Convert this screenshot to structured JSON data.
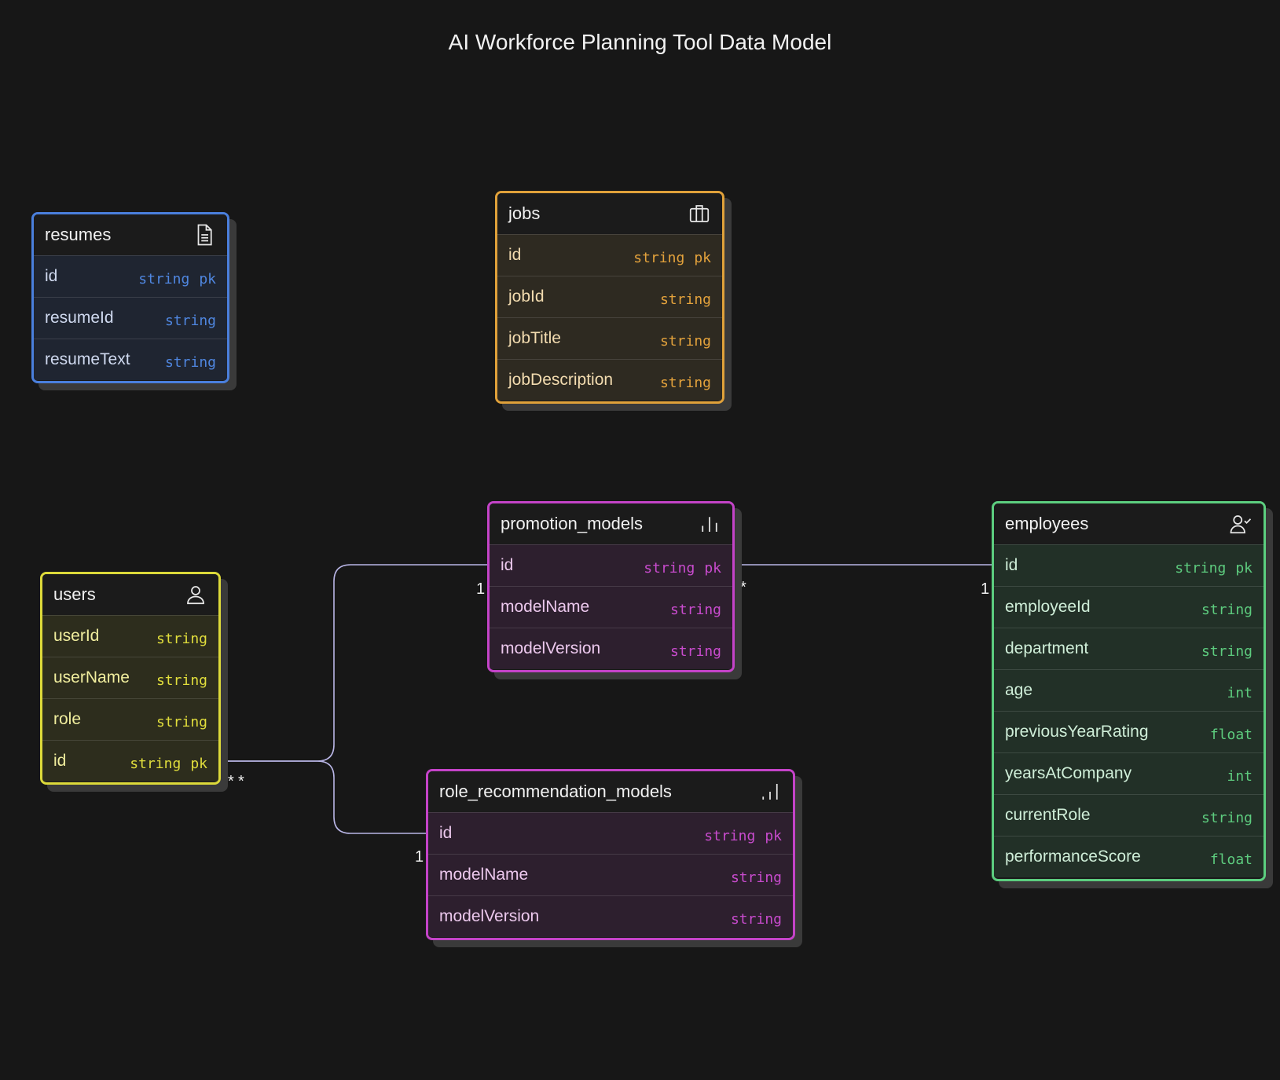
{
  "title": "AI Workforce Planning Tool Data Model",
  "colors": {
    "background": "#171717",
    "resumes": "#4a7fdc",
    "jobs": "#e0a13a",
    "users": "#dcd93a",
    "models": "#c443c8",
    "employees": "#5cce7f",
    "connector": "#b9b6e6"
  },
  "tables": {
    "resumes": {
      "name": "resumes",
      "icon": "document-icon",
      "fields": [
        {
          "name": "id",
          "type": "string",
          "key": "pk"
        },
        {
          "name": "resumeId",
          "type": "string",
          "key": ""
        },
        {
          "name": "resumeText",
          "type": "string",
          "key": ""
        }
      ]
    },
    "jobs": {
      "name": "jobs",
      "icon": "briefcase-icon",
      "fields": [
        {
          "name": "id",
          "type": "string",
          "key": "pk"
        },
        {
          "name": "jobId",
          "type": "string",
          "key": ""
        },
        {
          "name": "jobTitle",
          "type": "string",
          "key": ""
        },
        {
          "name": "jobDescription",
          "type": "string",
          "key": ""
        }
      ]
    },
    "users": {
      "name": "users",
      "icon": "user-icon",
      "fields": [
        {
          "name": "userId",
          "type": "string",
          "key": ""
        },
        {
          "name": "userName",
          "type": "string",
          "key": ""
        },
        {
          "name": "role",
          "type": "string",
          "key": ""
        },
        {
          "name": "id",
          "type": "string",
          "key": "pk"
        }
      ]
    },
    "promotion_models": {
      "name": "promotion_models",
      "icon": "bar-chart-icon",
      "fields": [
        {
          "name": "id",
          "type": "string",
          "key": "pk"
        },
        {
          "name": "modelName",
          "type": "string",
          "key": ""
        },
        {
          "name": "modelVersion",
          "type": "string",
          "key": ""
        }
      ]
    },
    "role_recommendation_models": {
      "name": "role_recommendation_models",
      "icon": "bar-chart-ascending-icon",
      "fields": [
        {
          "name": "id",
          "type": "string",
          "key": "pk"
        },
        {
          "name": "modelName",
          "type": "string",
          "key": ""
        },
        {
          "name": "modelVersion",
          "type": "string",
          "key": ""
        }
      ]
    },
    "employees": {
      "name": "employees",
      "icon": "user-check-icon",
      "fields": [
        {
          "name": "id",
          "type": "string",
          "key": "pk"
        },
        {
          "name": "employeeId",
          "type": "string",
          "key": ""
        },
        {
          "name": "department",
          "type": "string",
          "key": ""
        },
        {
          "name": "age",
          "type": "int",
          "key": ""
        },
        {
          "name": "previousYearRating",
          "type": "float",
          "key": ""
        },
        {
          "name": "yearsAtCompany",
          "type": "int",
          "key": ""
        },
        {
          "name": "currentRole",
          "type": "string",
          "key": ""
        },
        {
          "name": "performanceScore",
          "type": "float",
          "key": ""
        }
      ]
    }
  },
  "relationships": [
    {
      "from": "users.id",
      "to": "promotion_models.id",
      "from_card": "*",
      "to_card": "1"
    },
    {
      "from": "users.id",
      "to": "role_recommendation_models.id",
      "from_card": "*",
      "to_card": "1"
    },
    {
      "from": "promotion_models.id",
      "to": "employees.id",
      "from_card": "*",
      "to_card": "1"
    }
  ]
}
